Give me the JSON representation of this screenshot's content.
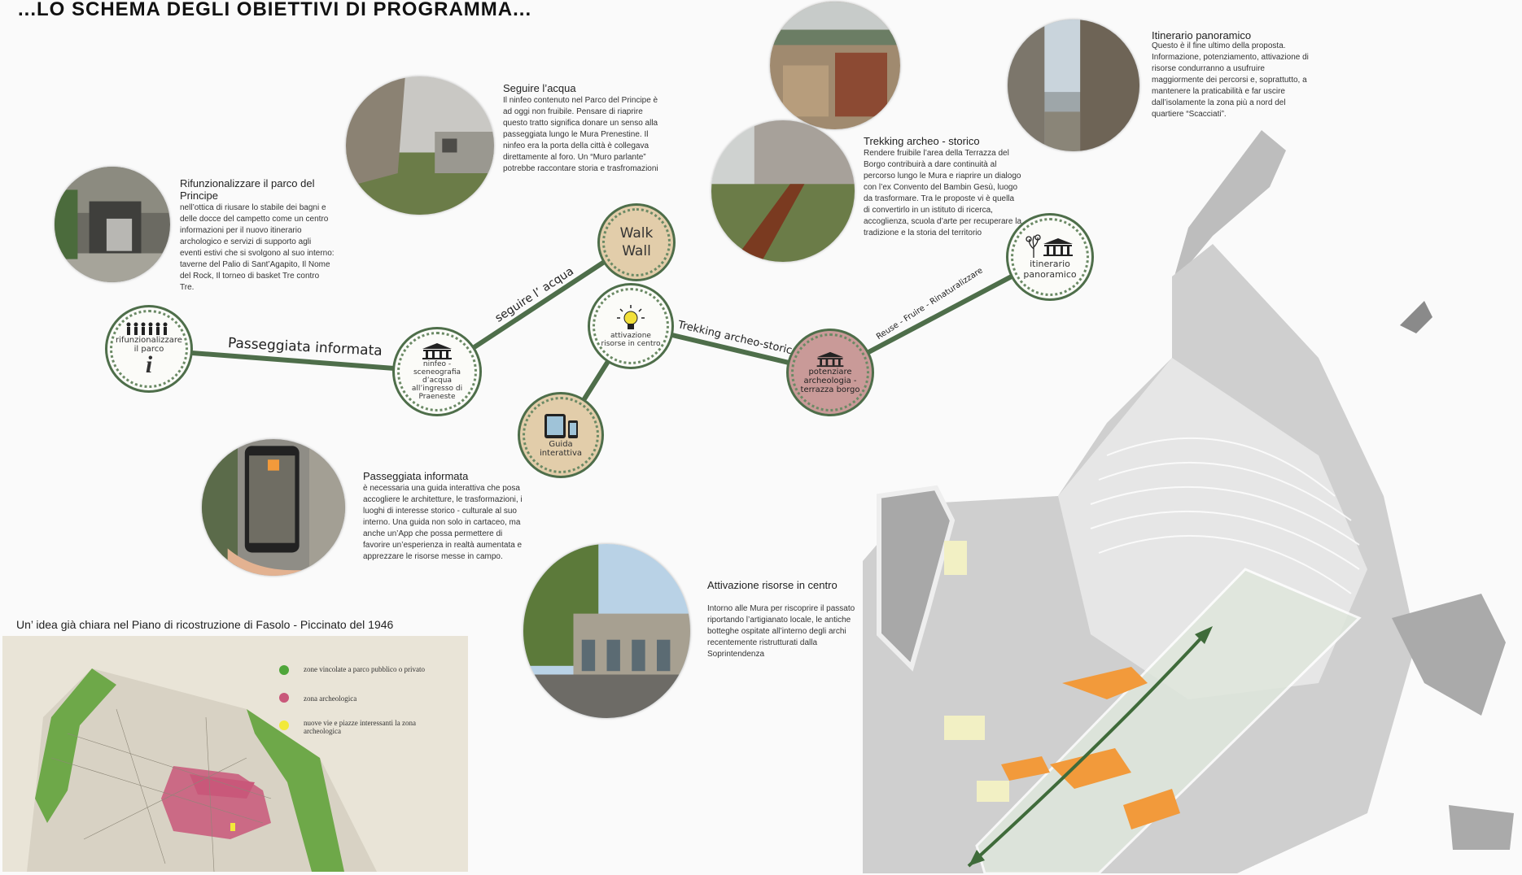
{
  "header": {
    "title": "...LO SCHEMA DEGLI OBIETTIVI DI PROGRAMMA..."
  },
  "blocks": {
    "rifunzionalizzare": {
      "title": "Rifunzionalizzare il parco del Principe",
      "text": "nell’ottica di riusare lo stabile dei bagni e delle docce del campetto come un centro informazioni per il nuovo itinerario archologico e servizi di supporto agli eventi estivi che si svolgono al suo interno: taverne del Palio di Sant’Agapito, Il Nome del Rock, Il torneo di basket Tre contro Tre."
    },
    "seguire": {
      "title": "Seguire l’acqua",
      "text": "Il ninfeo contenuto nel Parco del Principe è ad oggi non fruibile. Pensare di riaprire questo tratto significa donare un senso alla passeggiata lungo le Mura Prenestine. Il ninfeo era la porta della città è collegava direttamente al foro. Un “Muro parlante” potrebbe raccontare storia e trasfromazioni"
    },
    "trekking": {
      "title": "Trekking archeo - storico",
      "text": "Rendere fruibile l’area della Terrazza del Borgo contribuirà a dare continuità al percorso lungo le Mura e riaprire un dialogo con l’ex Convento del Bambin Gesù, luogo da trasformare. Tra le proposte vi è quella di convertirlo in un istituto di ricerca, accoglienza, scuola d’arte per recuperare la tradizione e la storia del territorio"
    },
    "itinerario": {
      "title": "Itinerario panoramico",
      "text": "Questo è il fine ultimo della proposta. Informazione, potenziamento, attivazione di risorse condurranno a usufruire maggiormente dei percorsi e, soprattutto, a mantenere la praticabilità e far uscire dall’isolamente la zona più a nord del quartiere “Scacciati”."
    },
    "passeggiata": {
      "title": "Passeggiata informata",
      "text": "è necessaria una guida interattiva che posa accogliere le architetture, le trasformazioni, i luoghi di interesse storico - culturale al suo interno. Una guida non solo in cartaceo, ma anche un’App che possa permettere di favorire un’esperienza in realtà aumentata e apprezzare le risorse messe in campo."
    },
    "attivazione": {
      "title": "Attivazione risorse in centro",
      "text": "Intorno alle Mura per riscoprire il passato riportando l’artigianato locale, le antiche botteghe ospitate all’interno degli archi recentemente ristrutturati dalla Soprintendenza"
    }
  },
  "nodes": {
    "n1": "rifunzionalizzare il parco",
    "n1_icon": "i",
    "n2": "ninfeo - sceneografia d’acqua all’ingresso di Praeneste",
    "n3": "Walk Wall",
    "n4": "attivazione risorse in centro",
    "n5": "Guida interattiva",
    "n6": "potenziare archeologia - terrazza borgo",
    "n7": "itinerario panoramico"
  },
  "edges": {
    "e1": "Passeggiata informata",
    "e2": "seguire l’ acqua",
    "e3": "Trekking archeo-storico",
    "e4": "Reuse - Fruire - Rinaturalizzare"
  },
  "map": {
    "caption": "Un’ idea già chiara nel Piano di ricostruzione di Fasolo - Piccinato del 1946",
    "legend": [
      {
        "label": "zone vincolate a parco pubblico o privato",
        "color": "#4fa63a"
      },
      {
        "label": "zona archeologica",
        "color": "#c9587a"
      },
      {
        "label": "nuove vie e piazze interessanti la zona archeologica",
        "color": "#f2e93a"
      }
    ]
  },
  "colors": {
    "green": "#4e6e4a",
    "beige": "#e2cdaa",
    "pink": "#c99a98",
    "orange": "#f29a3b"
  }
}
